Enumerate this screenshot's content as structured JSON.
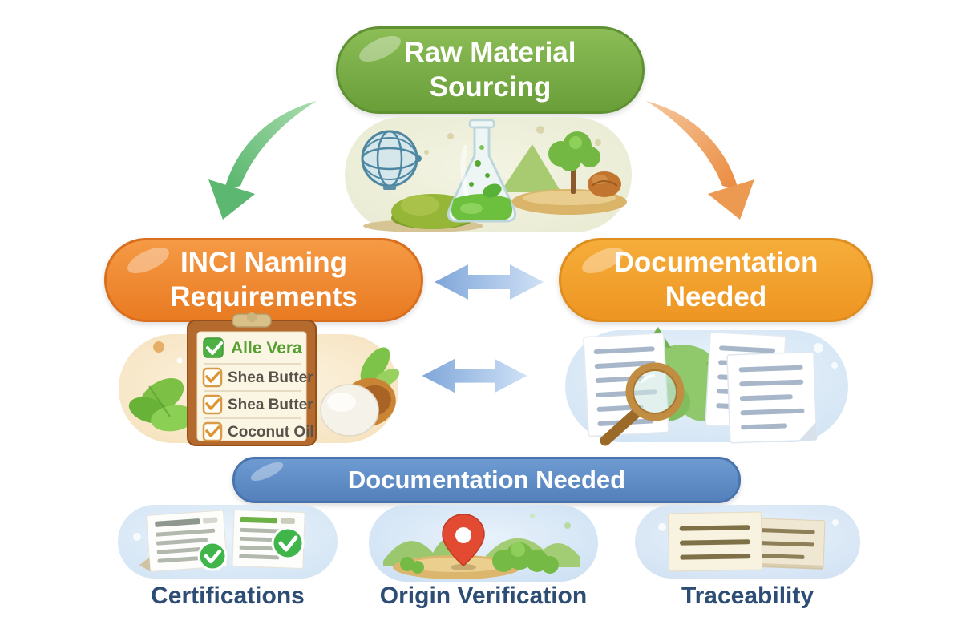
{
  "title": "Raw Material Sourcing infographic",
  "palette": {
    "green_node": "#74a83f",
    "orange_node": "#ee8130",
    "amber_node": "#f09d2a",
    "blue_node": "#5d8cc7",
    "arrow_green": "#5cb871",
    "arrow_orange": "#ec9a52",
    "arrow_blue": "#9bbde6",
    "bottom_label_text": "#2e4d74",
    "checklist_highlight_green": "#55a02f"
  },
  "nodes": {
    "raw_material": {
      "lines": [
        "Raw Material",
        "Sourcing"
      ]
    },
    "inci": {
      "lines": [
        "INCI Naming",
        "Requirements"
      ]
    },
    "documentation_mid": {
      "lines": [
        "Documentation",
        "Needed"
      ]
    },
    "documentation_bottom": {
      "label": "Documentation Needed"
    }
  },
  "checklist": {
    "items": [
      {
        "label": "Alle Vera",
        "state": "checked-green"
      },
      {
        "label": "Shea Butter",
        "state": "checked-orange"
      },
      {
        "label": "Shea Butter",
        "state": "checked-orange"
      },
      {
        "label": "Coconut Oil",
        "state": "checked-orange"
      }
    ]
  },
  "bottom_items": [
    {
      "label": "Certifications",
      "icon": "documents-with-green-checkmarks"
    },
    {
      "label": "Origin Verification",
      "icon": "landscape-with-location-pin"
    },
    {
      "label": "Traceability",
      "icon": "paper-records"
    }
  ],
  "illustrations": {
    "sourcing": "globe-flask-nature-scene",
    "inci": "ingredient-checklist-clipboard-with-leaves-and-coconut",
    "documentation": "documents-with-magnifier-over-green-map"
  }
}
